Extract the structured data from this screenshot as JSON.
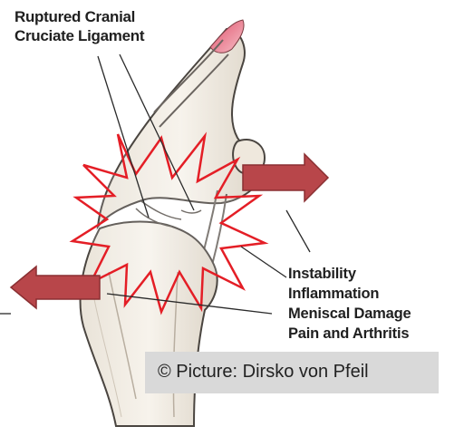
{
  "title_lines": [
    "Ruptured Cranial",
    "Cruciate Ligament"
  ],
  "effects": [
    "Instability",
    "Inflammation",
    "Meniscal Damage",
    "Pain and Arthritis"
  ],
  "credit": "© Picture: Dirsko von Pfeil",
  "colors": {
    "arrow": "#b8464a",
    "arrow_stroke": "#8a2f32",
    "burst_outline": "#e41e26",
    "bone_fill": "#f4efe6",
    "bone_stroke": "#4a4540",
    "muscle_red": "#e0506a",
    "credit_bg": "#d9d9d9",
    "text": "#1f1f1f"
  },
  "icons": [
    "left-arrow-icon",
    "right-arrow-icon",
    "pain-burst-icon"
  ]
}
